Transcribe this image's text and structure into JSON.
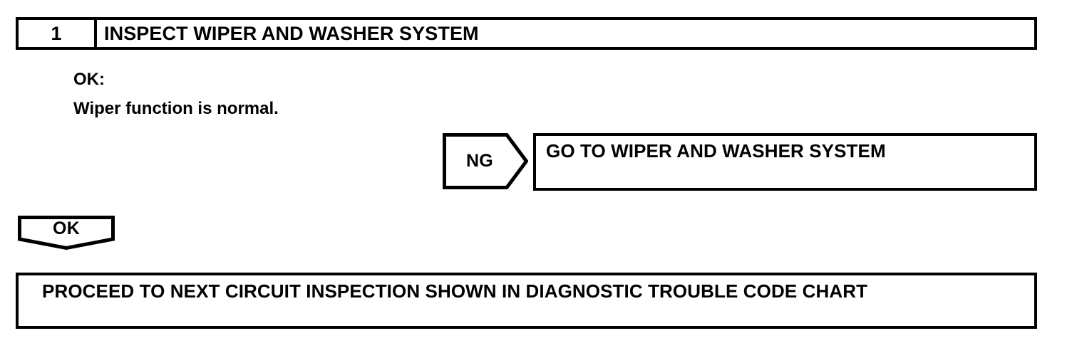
{
  "page": {
    "background_color": "#ffffff",
    "line_color": "#000000",
    "text_color": "#000000"
  },
  "step_header": {
    "number": "1",
    "title": "INSPECT WIPER AND WASHER SYSTEM"
  },
  "criterion": {
    "label": "OK:",
    "value": "Wiper function is normal."
  },
  "ng_branch": {
    "tag": "NG",
    "target": "GO TO WIPER AND WASHER SYSTEM"
  },
  "ok_branch": {
    "tag": "OK",
    "result": "PROCEED TO NEXT CIRCUIT INSPECTION SHOWN IN DIAGNOSTIC TROUBLE CODE CHART"
  }
}
